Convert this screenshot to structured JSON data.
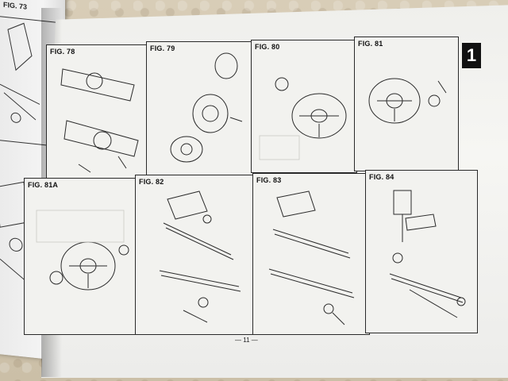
{
  "left_page": {
    "fig_label": "FIG. 73"
  },
  "tab": {
    "section": "1"
  },
  "figures": [
    {
      "label": "FIG. 78"
    },
    {
      "label": "FIG. 79"
    },
    {
      "label": "FIG. 80"
    },
    {
      "label": "FIG. 81"
    },
    {
      "label": "FIG. 81A"
    },
    {
      "label": "FIG. 82"
    },
    {
      "label": "FIG. 83"
    },
    {
      "label": "FIG. 84"
    }
  ],
  "footer": {
    "page_number": "— 11 —"
  }
}
